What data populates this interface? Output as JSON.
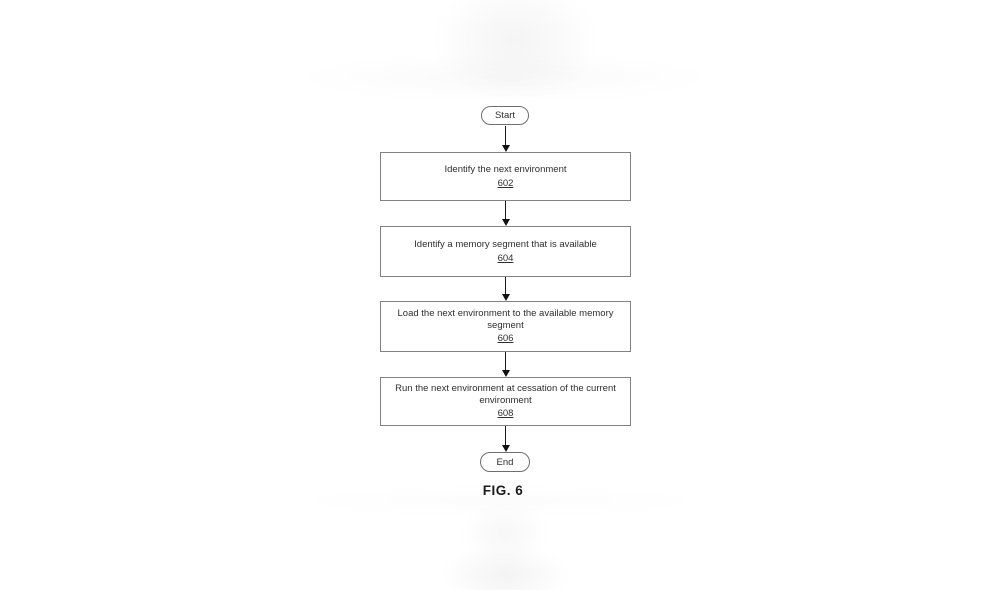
{
  "figure": {
    "caption": "FIG. 6",
    "start_label": "Start",
    "end_label": "End",
    "steps": [
      {
        "label": "Identify the next environment",
        "ref": "602"
      },
      {
        "label": "Identify a memory segment that is available",
        "ref": "604"
      },
      {
        "label": "Load the next environment to the available memory segment",
        "ref": "606"
      },
      {
        "label": "Run the next environment at cessation of the current environment",
        "ref": "608"
      }
    ]
  }
}
